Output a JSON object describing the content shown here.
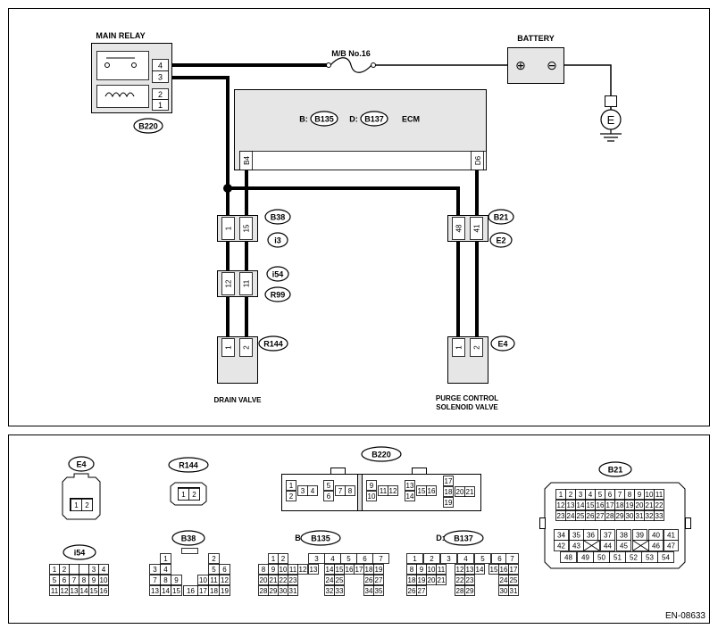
{
  "components": {
    "main_relay": "MAIN RELAY",
    "battery": "BATTERY",
    "fuse": "M/B No.16",
    "ecm": "ECM",
    "ecm_b": "B:",
    "ecm_d": "D:",
    "ground_symbol": "E",
    "drain_valve": "DRAIN VALVE",
    "purge_line1": "PURGE CONTROL",
    "purge_line2": "SOLENOID VALVE",
    "battery_plus": "⊕",
    "battery_minus": "⊖"
  },
  "relay_pins": [
    "4",
    "3",
    "2",
    "1"
  ],
  "ecm_pins": {
    "left": "B4",
    "right": "D6"
  },
  "connectors": {
    "B220": "B220",
    "B135": "B135",
    "B137": "B137",
    "B38": "B38",
    "i3": "i3",
    "i54": "i54",
    "R99": "R99",
    "B21": "B21",
    "E2": "E2",
    "R144": "R144",
    "E4": "E4"
  },
  "pins": {
    "b38_left": "1",
    "b38_right": "15",
    "i54_left": "12",
    "i54_right": "11",
    "r144_left": "1",
    "r144_right": "2",
    "b21_left": "48",
    "b21_right": "41",
    "e4_left": "1",
    "e4_right": "2"
  },
  "faces": {
    "E4": {
      "label": "E4",
      "rows": [
        [
          "1",
          "2"
        ]
      ]
    },
    "R144": {
      "label": "R144",
      "rows": [
        [
          "1",
          "2"
        ]
      ]
    },
    "i54": {
      "label": "i54",
      "rows": [
        [
          "1",
          "2",
          "",
          "",
          "3",
          "4"
        ],
        [
          "5",
          "6",
          "7",
          "8",
          "9",
          "10"
        ],
        [
          "11",
          "12",
          "13",
          "14",
          "15",
          "16"
        ]
      ]
    },
    "B38": {
      "label": "B38",
      "rows": [
        [
          "1",
          "2"
        ],
        [
          "3",
          "4",
          "5",
          "6"
        ],
        [
          "7",
          "8",
          "9",
          "10",
          "11",
          "12"
        ],
        [
          "13",
          "14",
          "15",
          "16",
          "17",
          "18",
          "19"
        ]
      ]
    },
    "B220": {
      "label": "B220",
      "groups": [
        [
          "1",
          "2",
          "3",
          "4"
        ],
        [
          "5",
          "6",
          "7",
          "8"
        ],
        [
          "9",
          "10",
          "11",
          "12"
        ],
        [
          "13",
          "14",
          "15",
          "16"
        ],
        [
          "17",
          "18",
          "19",
          "20",
          "21"
        ]
      ]
    },
    "B135": {
      "label": "B135",
      "prefix": "B:",
      "rows": [
        [
          "1",
          "2",
          "3",
          "4",
          "5",
          "6",
          "7"
        ],
        [
          "8",
          "9",
          "10",
          "11",
          "12",
          "13",
          "14",
          "15",
          "16",
          "17",
          "18",
          "19"
        ],
        [
          "20",
          "21",
          "22",
          "23",
          "24",
          "25",
          "26",
          "27"
        ],
        [
          "28",
          "29",
          "30",
          "31",
          "32",
          "33",
          "34",
          "35"
        ]
      ]
    },
    "B137": {
      "label": "B137",
      "prefix": "D:",
      "rows": [
        [
          "1",
          "2",
          "3",
          "4",
          "5",
          "6",
          "7"
        ],
        [
          "8",
          "9",
          "10",
          "11",
          "12",
          "13",
          "14",
          "15",
          "16",
          "17"
        ],
        [
          "18",
          "19",
          "20",
          "21",
          "22",
          "23",
          "24",
          "25"
        ],
        [
          "26",
          "27",
          "28",
          "29",
          "30",
          "31"
        ]
      ]
    },
    "B21": {
      "label": "B21",
      "rows": [
        [
          "1",
          "2",
          "3",
          "4",
          "5",
          "6",
          "7",
          "8",
          "9",
          "10",
          "11"
        ],
        [
          "12",
          "13",
          "14",
          "15",
          "16",
          "17",
          "18",
          "19",
          "20",
          "21",
          "22"
        ],
        [
          "23",
          "24",
          "25",
          "26",
          "27",
          "28",
          "29",
          "30",
          "31",
          "32",
          "33"
        ],
        [
          "34",
          "35",
          "36",
          "37",
          "38",
          "39",
          "40",
          "41"
        ],
        [
          "42",
          "43",
          "44",
          "45",
          "46",
          "47"
        ],
        [
          "48",
          "49",
          "50",
          "51",
          "52",
          "53",
          "54"
        ]
      ]
    }
  },
  "figure_id": "EN-08633"
}
